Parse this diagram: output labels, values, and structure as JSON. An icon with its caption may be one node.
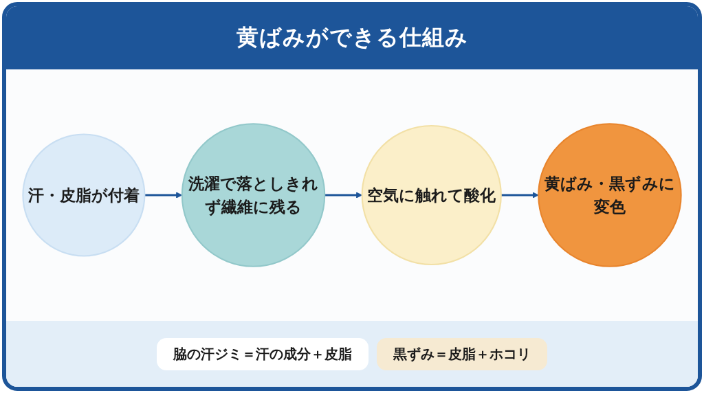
{
  "diagram": {
    "title": "黄ばみができる仕組み",
    "nodes": [
      {
        "text": [
          "汗・皮脂が付着"
        ]
      },
      {
        "text": [
          "洗濯で落としきれず繊維に残る"
        ]
      },
      {
        "text": [
          "空気に触れて酸化"
        ]
      },
      {
        "text": [
          "黄ばみ・黒ずみに変色"
        ]
      }
    ],
    "edges": [
      {
        "from": 0,
        "to": 1,
        "arrow": "to"
      },
      {
        "from": 1,
        "to": 2,
        "arrow": "to"
      },
      {
        "from": 2,
        "to": 3,
        "arrow": "to"
      }
    ],
    "labels": [
      "脇の汗ジミ＝汗の成分＋皮脂",
      "黒ずみ＝皮脂＋ホコリ"
    ]
  }
}
